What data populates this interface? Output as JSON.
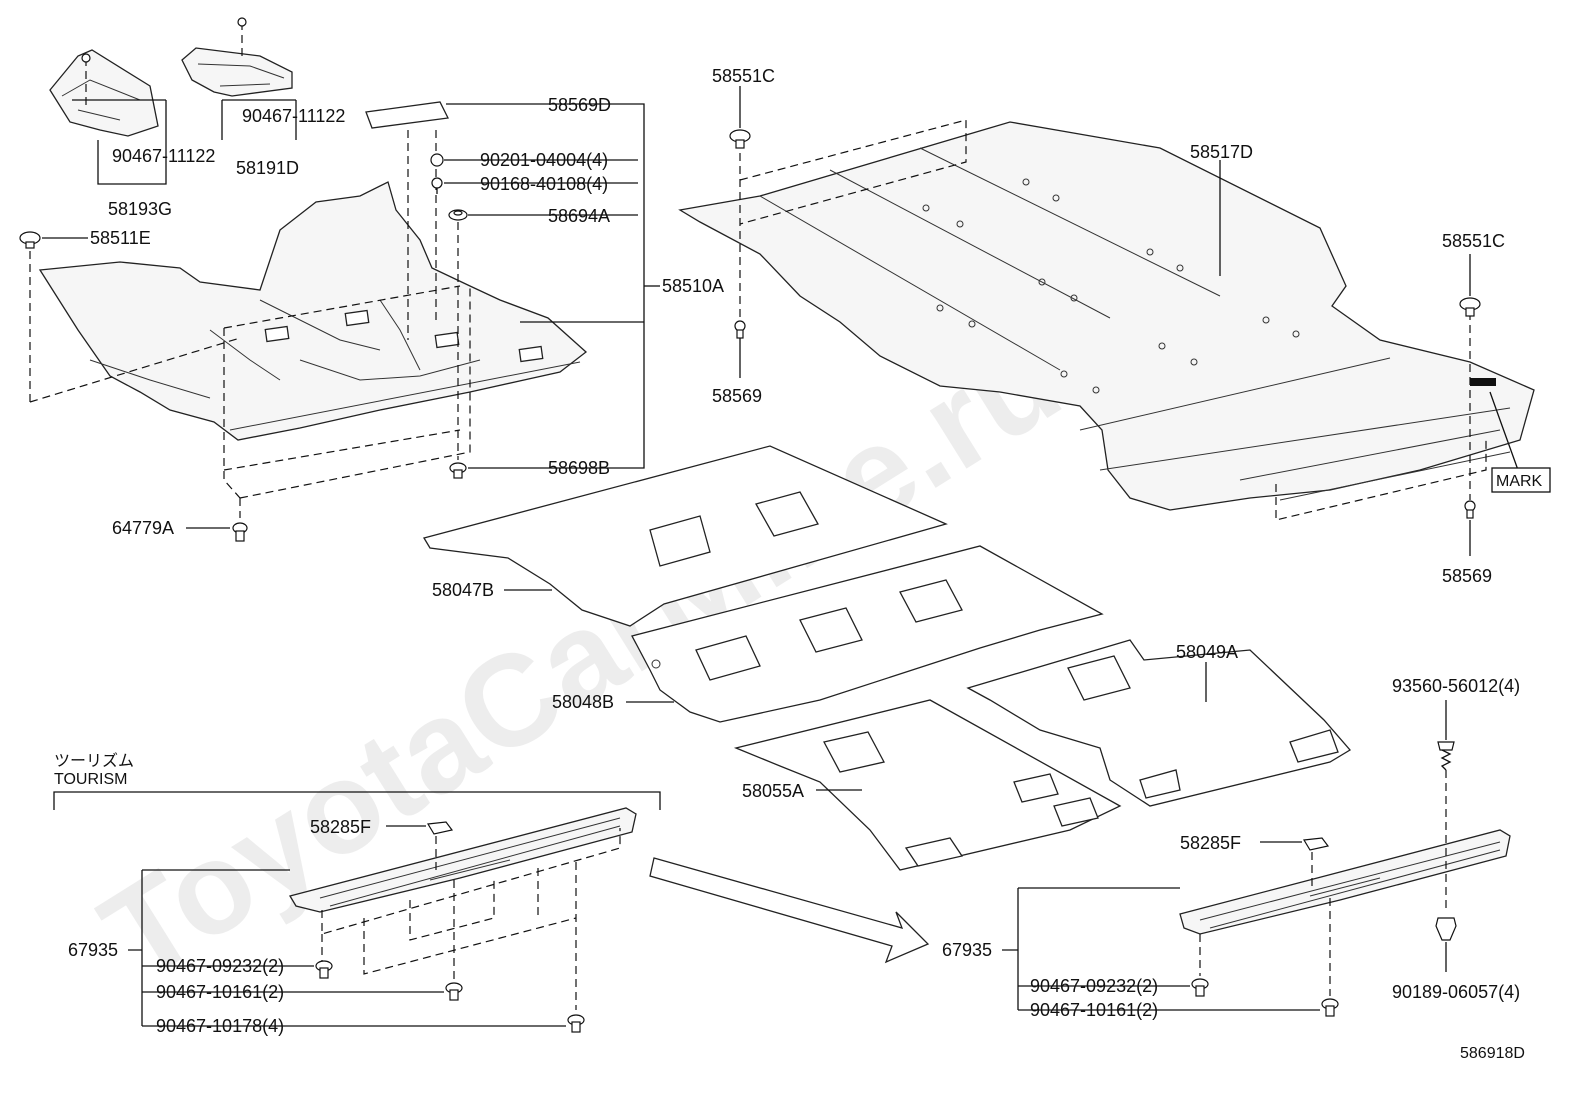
{
  "watermark": "ToyotaCarMine.ru",
  "diagram_code": "586918D",
  "labels": {
    "p58569D": "58569D",
    "p90201": "90201-04004(4)",
    "p90168": "90168-40108(4)",
    "p58694A": "58694A",
    "p58510A": "58510A",
    "p58698B": "58698B",
    "p58511E": "58511E",
    "p64779A": "64779A",
    "p90467_a": "90467-11122",
    "p90467_b": "90467-11122",
    "p58193G": "58193G",
    "p58191D": "58191D",
    "p58551C_a": "58551C",
    "p58569_a": "58569",
    "p58517D": "58517D",
    "p58551C_b": "58551C",
    "p58569_b": "58569",
    "mark": "MARK",
    "p58047B": "58047B",
    "p58048B": "58048B",
    "p58049A": "58049A",
    "p58055A": "58055A",
    "tourism_jp": "ツーリズム",
    "tourism_en": "TOURISM",
    "p58285F_a": "58285F",
    "p67935_a": "67935",
    "p90467_09232_a": "90467-09232(2)",
    "p90467_10161_a": "90467-10161(2)",
    "p90467_10178": "90467-10178(4)",
    "p58285F_b": "58285F",
    "p67935_b": "67935",
    "p90467_09232_b": "90467-09232(2)",
    "p90467_10161_b": "90467-10161(2)",
    "p93560": "93560-56012(4)",
    "p90189": "90189-06057(4)"
  }
}
